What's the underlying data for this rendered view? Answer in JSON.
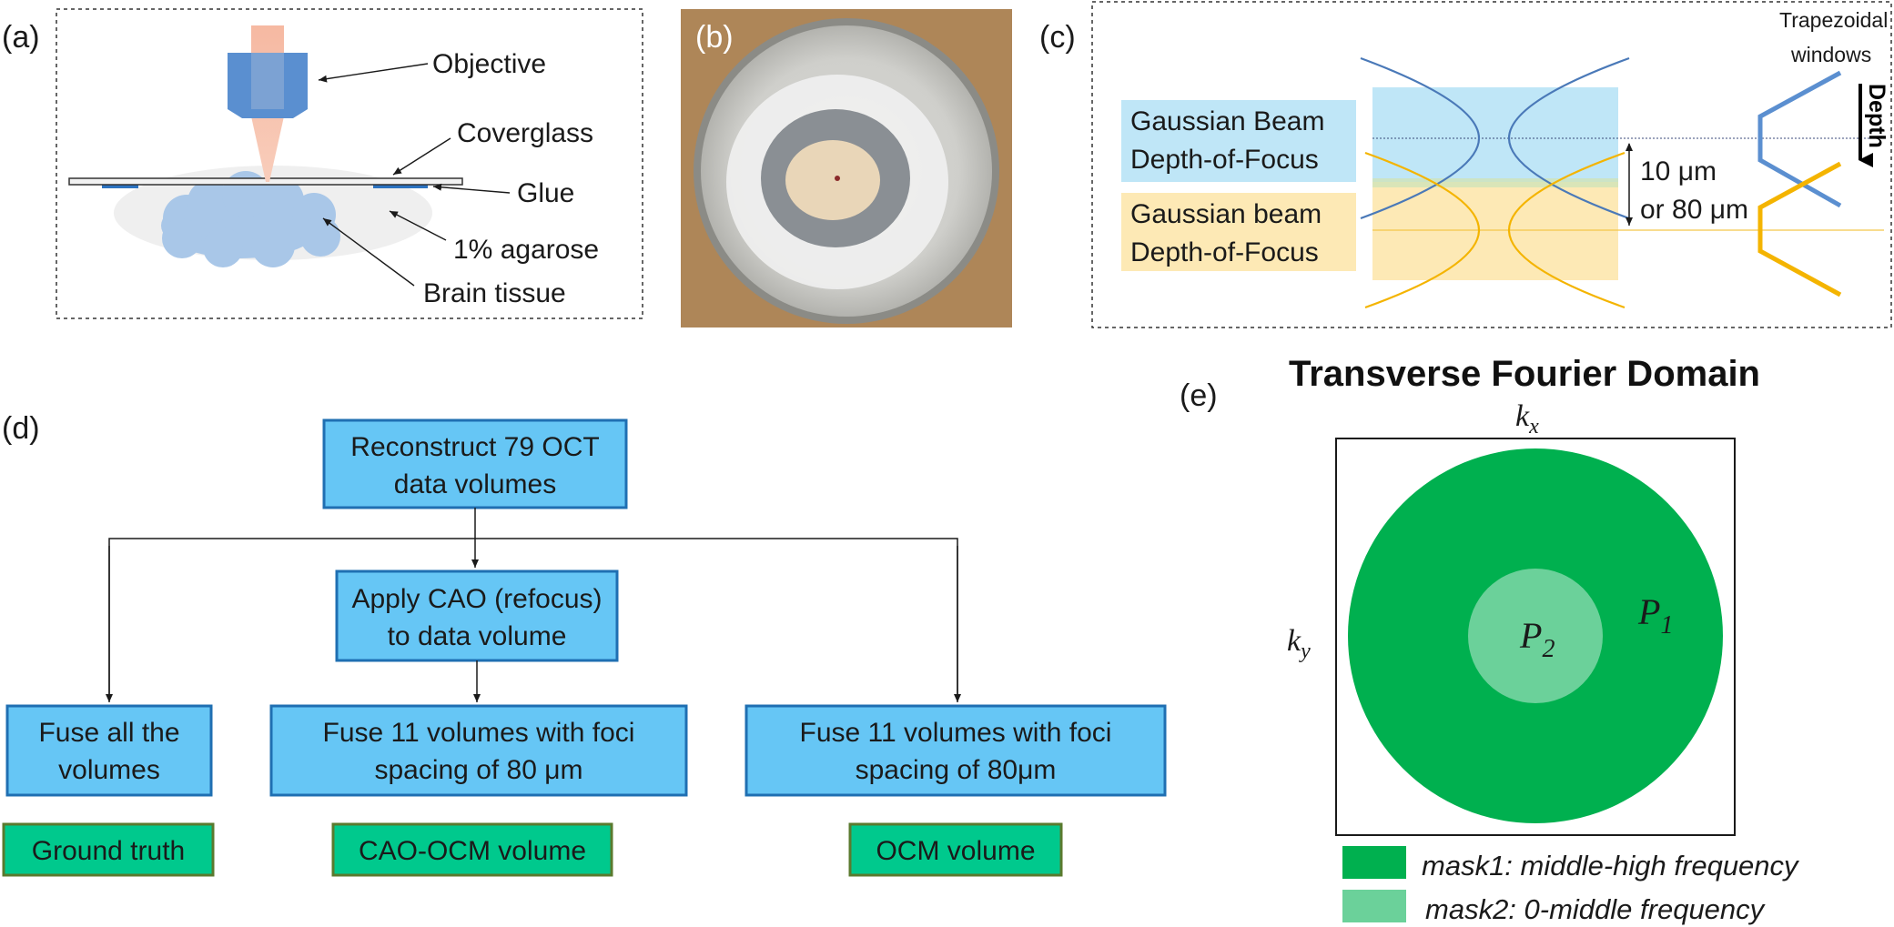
{
  "panel_a": {
    "tag": "(a)",
    "objective": "Objective",
    "coverglass": "Coverglass",
    "glue": "Glue",
    "agarose": "1% agarose",
    "brain": "Brain tissue"
  },
  "panel_b": {
    "tag": "(b)"
  },
  "panel_c": {
    "tag": "(c)",
    "trap_line1": "Trapezoidal",
    "trap_line2": "windows",
    "depth": "Depth",
    "blue_line1": "Gaussian Beam",
    "blue_line2": "Depth-of-Focus",
    "yellow_line1": "Gaussian beam",
    "yellow_line2": "Depth-of-Focus",
    "spacing_line1": "10 μm",
    "spacing_line2": "or 80 μm",
    "colors": {
      "blue": "#5b8fd0",
      "yellow": "#f4b400",
      "blue_fill": "#bfe6f7",
      "yellow_fill": "#fde9b5"
    }
  },
  "panel_d": {
    "tag": "(d)",
    "top_line1": "Reconstruct 79 OCT",
    "top_line2": "data volumes",
    "mid_line1": "Apply CAO (refocus)",
    "mid_line2": "to data volume",
    "left_line1": "Fuse all the",
    "left_line2": "volumes",
    "center_line1": "Fuse 11 volumes with foci",
    "center_line2": "spacing of 80 μm",
    "right_line1": "Fuse 11 volumes with foci",
    "right_line2": "spacing of 80μm",
    "out_left": "Ground truth",
    "out_center": "CAO-OCM volume",
    "out_right": "OCM volume",
    "colors": {
      "box_fill": "#66c6f5",
      "box_stroke": "#1f6fb2",
      "out_fill": "#00c98d",
      "out_stroke": "#5a7a2e"
    }
  },
  "panel_e": {
    "tag": "(e)",
    "title": "Transverse Fourier Domain",
    "kx": "k",
    "kx_sub": "x",
    "ky": "k",
    "ky_sub": "y",
    "p1": "P",
    "p1_sub": "1",
    "p2": "P",
    "p2_sub": "2",
    "legend1": "mask1: middle-high frequency",
    "legend2": "mask2: 0-middle frequency",
    "colors": {
      "mask1": "#00b04f",
      "mask2": "#6bd19a"
    }
  }
}
